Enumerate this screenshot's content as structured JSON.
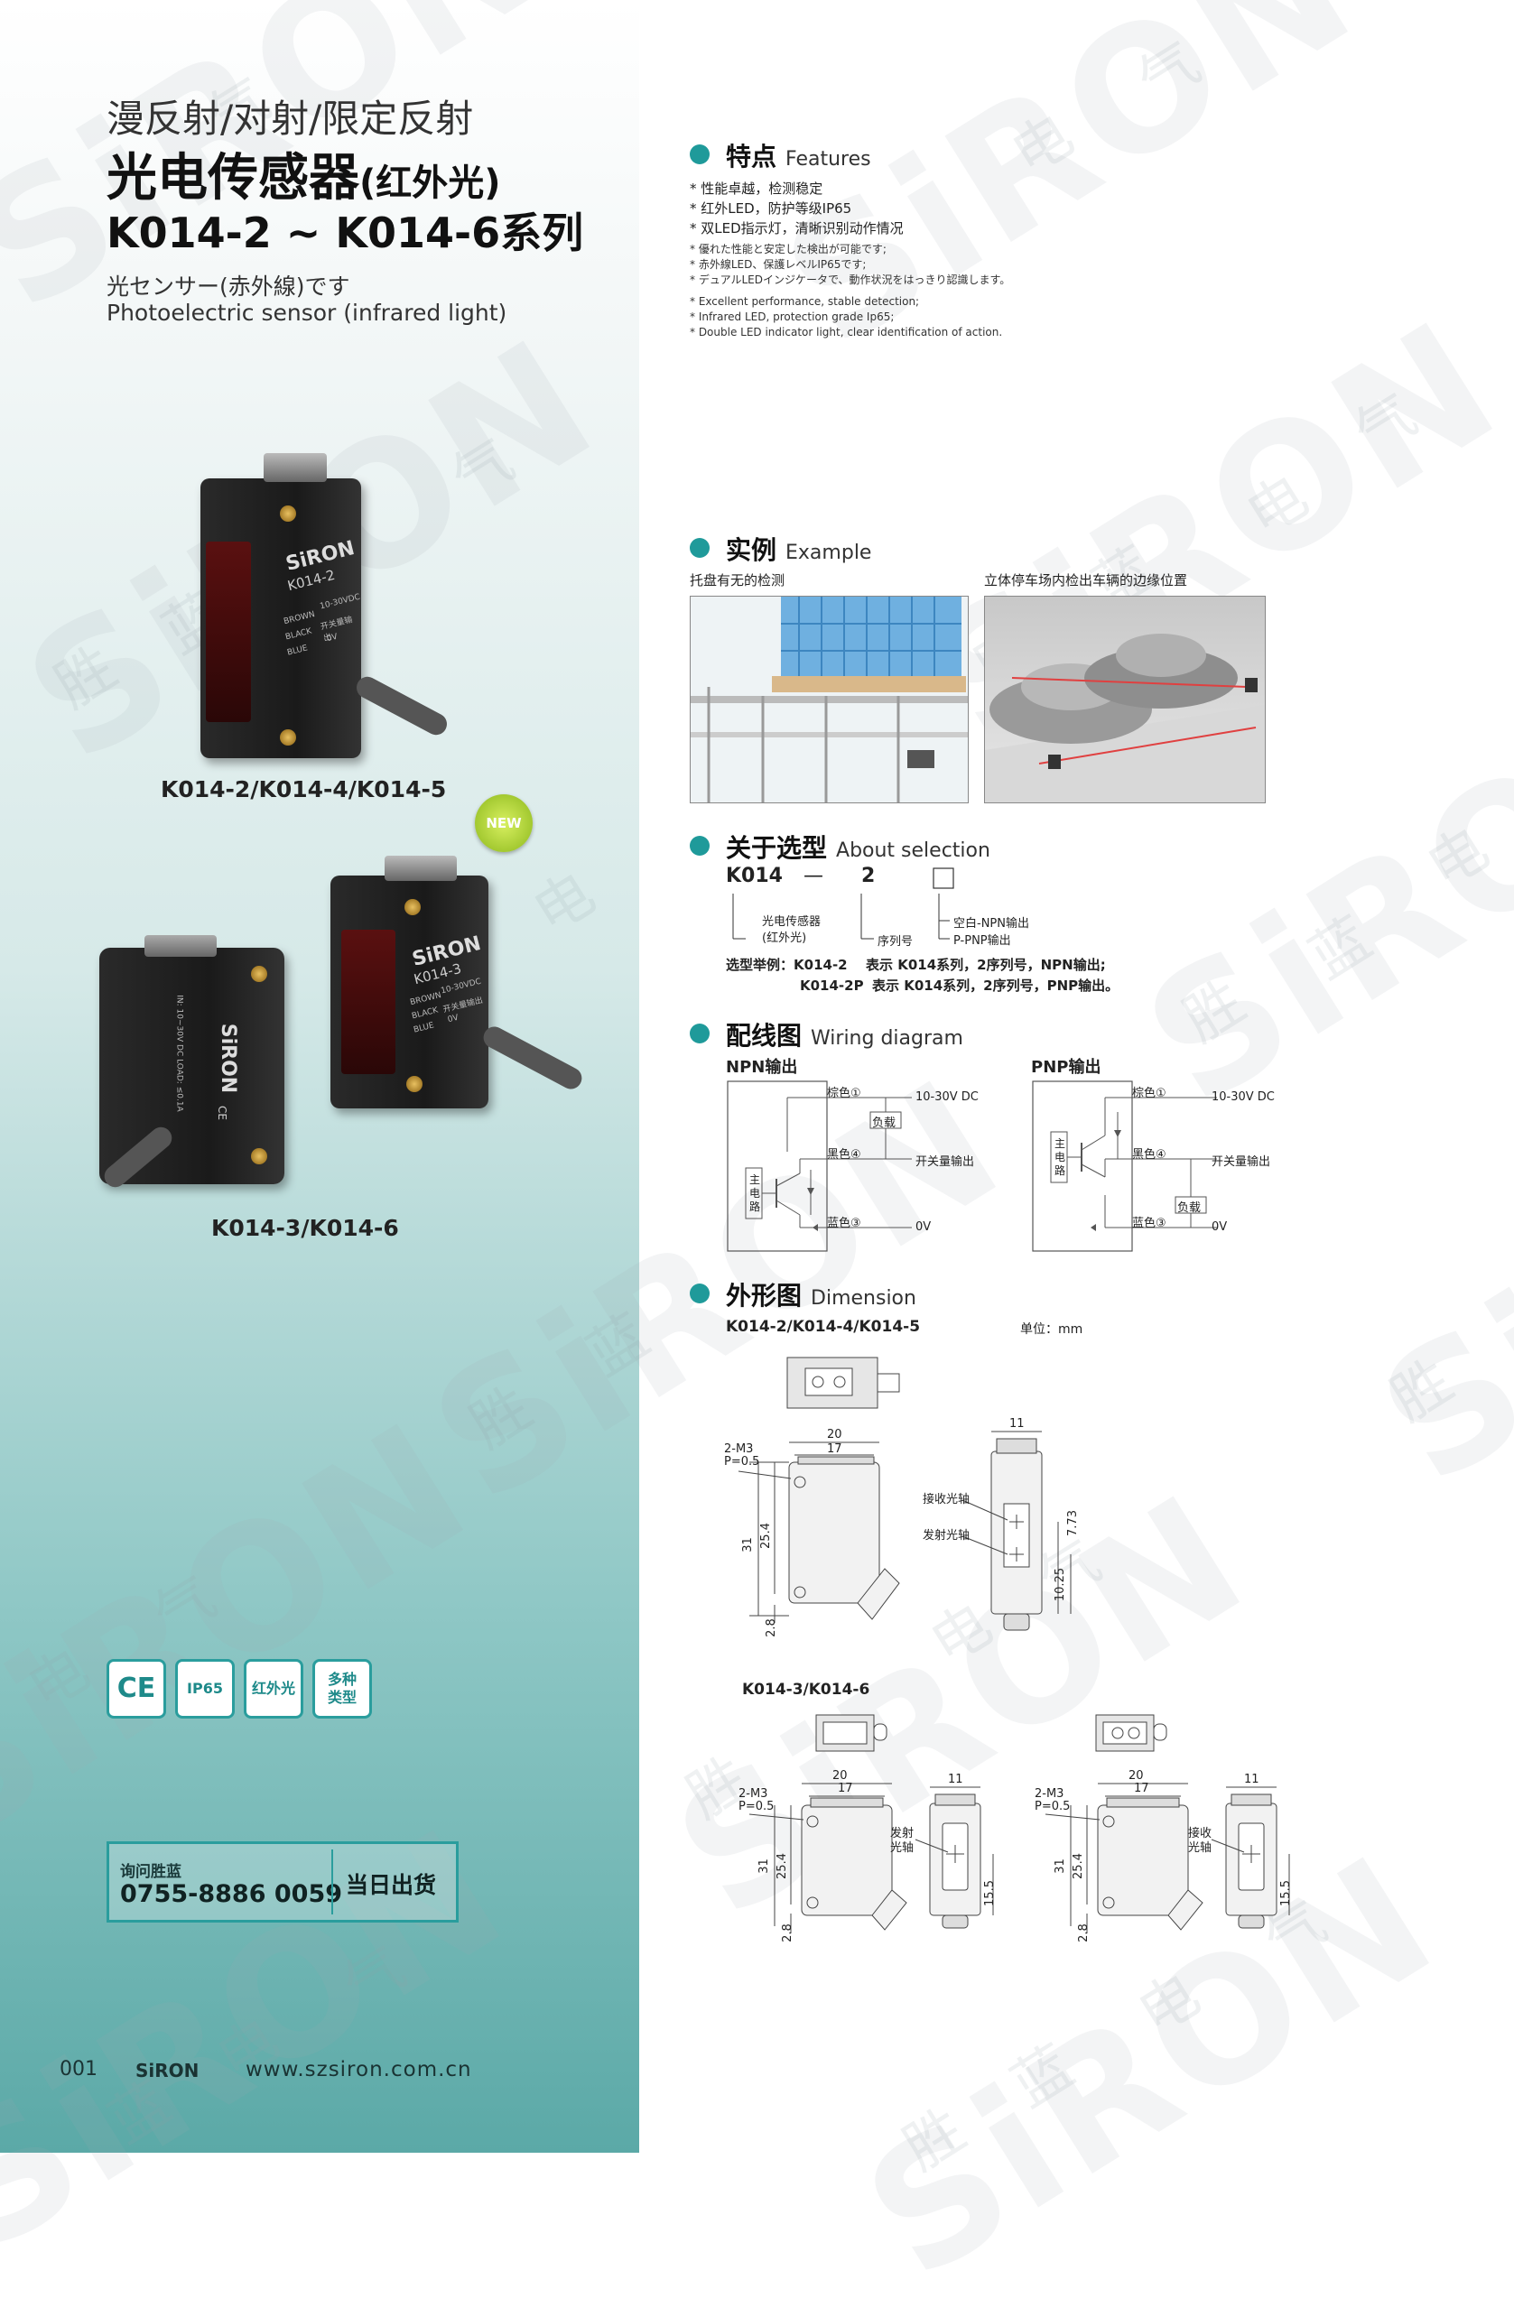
{
  "header": {
    "subtitle": "漫反射/对射/限定反射",
    "title_main": "光电传感器",
    "title_paren": "(红外光)",
    "series": "K014-2 ~ K014-6系列",
    "jp_name": "光センサー(赤外線)です",
    "en_name": "Photoelectric sensor (infrared light)"
  },
  "products": {
    "caption_1": "K014-2/K014-4/K014-5",
    "caption_2": "K014-3/K014-6",
    "new_badge": "NEW",
    "label_brand": "SiRON",
    "label_model_1": "K014-2",
    "label_model_2": "K014-3",
    "label_brown": "BROWN",
    "label_black": "BLACK",
    "label_blue": "BLUE",
    "label_volt": "10-30VDC",
    "label_out": "开关量输出",
    "label_0v": "0V",
    "label_ce": "CE",
    "label_side": "IN: 10~30V DC LOAD: ≤0.1A"
  },
  "badges": [
    "CE",
    "IP65",
    "红外光",
    "多种类型"
  ],
  "contact": {
    "label": "询问胜蓝",
    "phone": "0755-8886 0059",
    "note": "当日出货"
  },
  "footer": {
    "page": "001",
    "brand": "SiRON",
    "url": "www.szsiron.com.cn"
  },
  "features": {
    "title_cn": "特点",
    "title_en": "Features",
    "cn": [
      "* 性能卓越，检测稳定",
      "* 红外LED，防护等级IP65",
      "* 双LED指示灯，清晰识别动作情况"
    ],
    "jp": [
      "* 優れた性能と安定した検出が可能です;",
      "* 赤外線LED、保護レベルIP65です;",
      "* デュアルLEDインジケータで、動作状況をはっきり認識します。"
    ],
    "en": [
      "* Excellent performance, stable detection;",
      "* Infrared LED, protection grade Ip65;",
      "* Double LED indicator light, clear identification of action."
    ]
  },
  "example": {
    "title_cn": "实例",
    "title_en": "Example",
    "caption_1": "托盘有无的检测",
    "caption_2": "立体停车场内检出车辆的边缘位置"
  },
  "selection": {
    "title_cn": "关于选型",
    "title_en": "About selection",
    "code_series": "K014",
    "code_dash": "—",
    "code_num": "2",
    "desc_1a": "光电传感器",
    "desc_1b": "(红外光)",
    "desc_2": "序列号",
    "desc_3a": "空白-NPN输出",
    "desc_3b": "P-PNP输出",
    "example_label": "选型举例：",
    "example_1_model": "K014-2",
    "example_1_text": "表示 K014系列，2序列号，NPN输出;",
    "example_2_model": "K014-2P",
    "example_2_text": "表示 K014系列，2序列号，PNP输出。"
  },
  "wiring": {
    "title_cn": "配线图",
    "title_en": "Wiring diagram",
    "npn_label": "NPN输出",
    "pnp_label": "PNP输出",
    "brown": "棕色①",
    "black": "黑色④",
    "blue": "蓝色③",
    "load": "负载",
    "voltage": "10-30V DC",
    "switch_out": "开关量输出",
    "zero_v": "0V",
    "main_circuit": [
      "主",
      "电",
      "路"
    ]
  },
  "dimension": {
    "title_cn": "外形图",
    "title_en": "Dimension",
    "model_a": "K014-2/K014-4/K014-5",
    "unit": "单位：mm",
    "model_b": "K014-3/K014-6",
    "thread": "2-M3",
    "pitch": "P=0.5",
    "dims": {
      "w20": "20",
      "w17": "17",
      "h31": "31",
      "h25_4": "25.4",
      "h2_8": "2.8",
      "d11": "11",
      "d7_73": "7.73",
      "d10_25": "10.25",
      "d15_5": "15.5"
    },
    "recv_axis": "接收光轴",
    "emit_axis": "发射光轴",
    "emit_axis_a": "发射",
    "emit_axis_b": "光轴",
    "recv_axis_a": "接收",
    "recv_axis_b": "光轴"
  },
  "watermark": {
    "logo": "SiRON",
    "c1": "胜",
    "c2": "蓝",
    "c3": "电",
    "c4": "气"
  },
  "colors": {
    "accent": "#1f9a9a",
    "teal_dark": "#5ba9a7"
  }
}
